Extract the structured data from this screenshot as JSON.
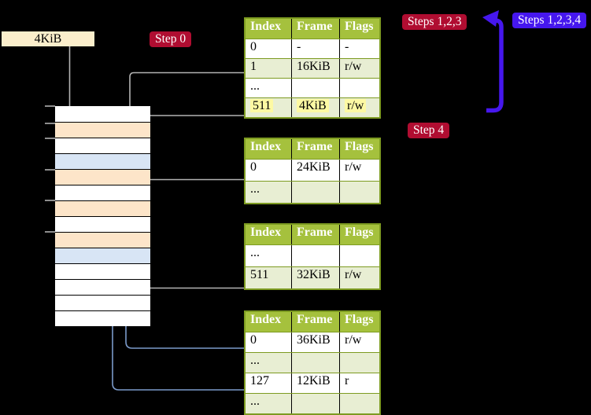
{
  "colors": {
    "bg": "#000000",
    "accent-red": "#b00d31",
    "accent-blue": "#4617ee",
    "olive": "#a5c13d",
    "olive-border": "#7d9b21",
    "row-green": "#e8eed3",
    "highlight-yellow": "#fdf9a3",
    "cream": "#fbeecb",
    "mem-peach": "#fde5c9",
    "mem-blue": "#d8e5f5",
    "gray-line": "#b3b3b3",
    "gray-head": "#9fa8b2",
    "steel-line": "#7b9aca",
    "steel-head": "#5878a8"
  },
  "labels": {
    "frame_size": "4KiB",
    "step0": "Step 0",
    "steps_123": "Steps 1,2,3",
    "steps_1234": "Steps 1,2,3,4",
    "step4": "Step 4"
  },
  "memory": {
    "rows": [
      "white",
      "peach",
      "white",
      "blue",
      "peach",
      "white",
      "peach",
      "white",
      "peach",
      "blue",
      "white",
      "white",
      "white",
      "white"
    ]
  },
  "tables": [
    {
      "name": "page-table-level-4",
      "headers": [
        "Index",
        "Frame",
        "Flags"
      ],
      "rows": [
        {
          "cells": [
            "0",
            "-",
            "-"
          ],
          "highlight": false
        },
        {
          "cells": [
            "1",
            "16KiB",
            "r/w"
          ],
          "highlight": false
        },
        {
          "cells": [
            "...",
            "",
            ""
          ],
          "highlight": false
        },
        {
          "cells": [
            "511",
            "4KiB",
            "r/w"
          ],
          "highlight": true
        }
      ]
    },
    {
      "name": "page-table-level-3",
      "headers": [
        "Index",
        "Frame",
        "Flags"
      ],
      "rows": [
        {
          "cells": [
            "0",
            "24KiB",
            "r/w"
          ],
          "highlight": false
        },
        {
          "cells": [
            "...",
            "",
            ""
          ],
          "highlight": false
        }
      ]
    },
    {
      "name": "page-table-level-2",
      "headers": [
        "Index",
        "Frame",
        "Flags"
      ],
      "rows": [
        {
          "cells": [
            "...",
            "",
            ""
          ],
          "highlight": false
        },
        {
          "cells": [
            "511",
            "32KiB",
            "r/w"
          ],
          "highlight": false
        }
      ]
    },
    {
      "name": "page-table-level-1",
      "headers": [
        "Index",
        "Frame",
        "Flags"
      ],
      "rows": [
        {
          "cells": [
            "0",
            "36KiB",
            "r/w"
          ],
          "highlight": false
        },
        {
          "cells": [
            "...",
            "",
            ""
          ],
          "highlight": false
        },
        {
          "cells": [
            "127",
            "12KiB",
            "r"
          ],
          "highlight": false
        },
        {
          "cells": [
            "...",
            "",
            ""
          ],
          "highlight": false
        }
      ]
    }
  ]
}
